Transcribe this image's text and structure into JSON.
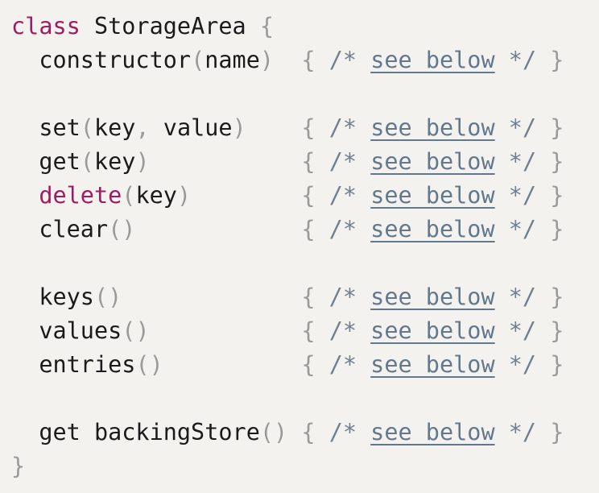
{
  "code_block": {
    "language": "javascript",
    "colors": {
      "bg": "#f3f2ef",
      "plain": "#1b1b1b",
      "keyword": "#9e1d60",
      "punct": "#9a9a9a",
      "comment": "#708090",
      "link": "#62788d"
    },
    "see_below_label": "see below",
    "lines": [
      {
        "tokens": [
          {
            "text": "class",
            "type": "keyword"
          },
          {
            "text": " StorageArea ",
            "type": "plain"
          },
          {
            "text": "{",
            "type": "punct"
          }
        ]
      },
      {
        "tokens": [
          {
            "text": "  constructor",
            "type": "plain"
          },
          {
            "text": "(",
            "type": "punct"
          },
          {
            "text": "name",
            "type": "plain"
          },
          {
            "text": ")",
            "type": "punct"
          },
          {
            "text": "  ",
            "type": "plain"
          },
          {
            "text": "{ ",
            "type": "punct"
          },
          {
            "text": "/* ",
            "type": "comment"
          },
          {
            "text": "see below",
            "type": "link"
          },
          {
            "text": " */ ",
            "type": "comment"
          },
          {
            "text": "}",
            "type": "punct"
          }
        ]
      },
      {
        "tokens": []
      },
      {
        "tokens": [
          {
            "text": "  set",
            "type": "plain"
          },
          {
            "text": "(",
            "type": "punct"
          },
          {
            "text": "key",
            "type": "plain"
          },
          {
            "text": ", ",
            "type": "punct"
          },
          {
            "text": "value",
            "type": "plain"
          },
          {
            "text": ")",
            "type": "punct"
          },
          {
            "text": "    ",
            "type": "plain"
          },
          {
            "text": "{ ",
            "type": "punct"
          },
          {
            "text": "/* ",
            "type": "comment"
          },
          {
            "text": "see below",
            "type": "link"
          },
          {
            "text": " */ ",
            "type": "comment"
          },
          {
            "text": "}",
            "type": "punct"
          }
        ]
      },
      {
        "tokens": [
          {
            "text": "  get",
            "type": "plain"
          },
          {
            "text": "(",
            "type": "punct"
          },
          {
            "text": "key",
            "type": "plain"
          },
          {
            "text": ")",
            "type": "punct"
          },
          {
            "text": "           ",
            "type": "plain"
          },
          {
            "text": "{ ",
            "type": "punct"
          },
          {
            "text": "/* ",
            "type": "comment"
          },
          {
            "text": "see below",
            "type": "link"
          },
          {
            "text": " */ ",
            "type": "comment"
          },
          {
            "text": "}",
            "type": "punct"
          }
        ]
      },
      {
        "tokens": [
          {
            "text": "  ",
            "type": "plain"
          },
          {
            "text": "delete",
            "type": "keyword"
          },
          {
            "text": "(",
            "type": "punct"
          },
          {
            "text": "key",
            "type": "plain"
          },
          {
            "text": ")",
            "type": "punct"
          },
          {
            "text": "        ",
            "type": "plain"
          },
          {
            "text": "{ ",
            "type": "punct"
          },
          {
            "text": "/* ",
            "type": "comment"
          },
          {
            "text": "see below",
            "type": "link"
          },
          {
            "text": " */ ",
            "type": "comment"
          },
          {
            "text": "}",
            "type": "punct"
          }
        ]
      },
      {
        "tokens": [
          {
            "text": "  clear",
            "type": "plain"
          },
          {
            "text": "()",
            "type": "punct"
          },
          {
            "text": "            ",
            "type": "plain"
          },
          {
            "text": "{ ",
            "type": "punct"
          },
          {
            "text": "/* ",
            "type": "comment"
          },
          {
            "text": "see below",
            "type": "link"
          },
          {
            "text": " */ ",
            "type": "comment"
          },
          {
            "text": "}",
            "type": "punct"
          }
        ]
      },
      {
        "tokens": []
      },
      {
        "tokens": [
          {
            "text": "  keys",
            "type": "plain"
          },
          {
            "text": "()",
            "type": "punct"
          },
          {
            "text": "             ",
            "type": "plain"
          },
          {
            "text": "{ ",
            "type": "punct"
          },
          {
            "text": "/* ",
            "type": "comment"
          },
          {
            "text": "see below",
            "type": "link"
          },
          {
            "text": " */ ",
            "type": "comment"
          },
          {
            "text": "}",
            "type": "punct"
          }
        ]
      },
      {
        "tokens": [
          {
            "text": "  values",
            "type": "plain"
          },
          {
            "text": "()",
            "type": "punct"
          },
          {
            "text": "           ",
            "type": "plain"
          },
          {
            "text": "{ ",
            "type": "punct"
          },
          {
            "text": "/* ",
            "type": "comment"
          },
          {
            "text": "see below",
            "type": "link"
          },
          {
            "text": " */ ",
            "type": "comment"
          },
          {
            "text": "}",
            "type": "punct"
          }
        ]
      },
      {
        "tokens": [
          {
            "text": "  entries",
            "type": "plain"
          },
          {
            "text": "()",
            "type": "punct"
          },
          {
            "text": "          ",
            "type": "plain"
          },
          {
            "text": "{ ",
            "type": "punct"
          },
          {
            "text": "/* ",
            "type": "comment"
          },
          {
            "text": "see below",
            "type": "link"
          },
          {
            "text": " */ ",
            "type": "comment"
          },
          {
            "text": "}",
            "type": "punct"
          }
        ]
      },
      {
        "tokens": []
      },
      {
        "tokens": [
          {
            "text": "  get backingStore",
            "type": "plain"
          },
          {
            "text": "()",
            "type": "punct"
          },
          {
            "text": " ",
            "type": "plain"
          },
          {
            "text": "{ ",
            "type": "punct"
          },
          {
            "text": "/* ",
            "type": "comment"
          },
          {
            "text": "see below",
            "type": "link"
          },
          {
            "text": " */ ",
            "type": "comment"
          },
          {
            "text": "}",
            "type": "punct"
          }
        ]
      },
      {
        "tokens": [
          {
            "text": "}",
            "type": "punct"
          }
        ]
      }
    ]
  }
}
